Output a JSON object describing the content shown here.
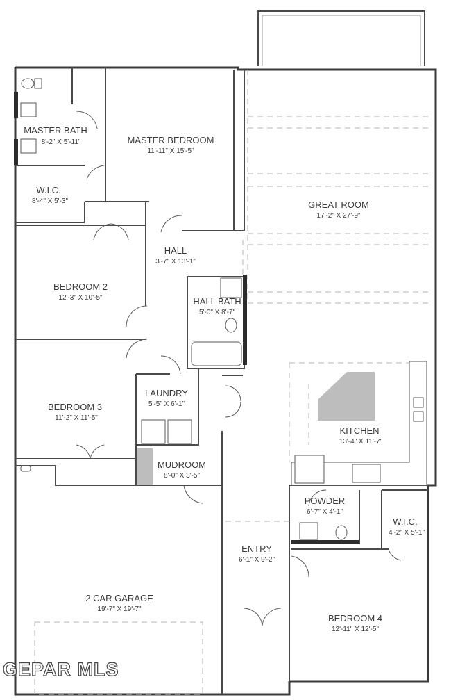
{
  "rooms": {
    "master_bath": {
      "name": "MASTER BATH",
      "dim": "8'-2\" X 5'-11\""
    },
    "master_bedroom": {
      "name": "MASTER BEDROOM",
      "dim": "11'-11\" X 15'-5\""
    },
    "great_room": {
      "name": "GREAT ROOM",
      "dim": "17'-2\" X 27'-9\""
    },
    "wic_master": {
      "name": "W.I.C.",
      "dim": "8'-4\" X 5'-3\""
    },
    "hall": {
      "name": "HALL",
      "dim": "3'-7\" X 13'-1\""
    },
    "bedroom_2": {
      "name": "BEDROOM 2",
      "dim": "12'-3\" X 10'-5\""
    },
    "hall_bath": {
      "name": "HALL BATH",
      "dim": "5'-0\" X 8'-7\""
    },
    "laundry": {
      "name": "LAUNDRY",
      "dim": "5'-5\" X 6'-1\""
    },
    "bedroom_3": {
      "name": "BEDROOM 3",
      "dim": "11'-2\" X 11'-5\""
    },
    "kitchen": {
      "name": "KITCHEN",
      "dim": "13'-4\" X 11'-7\""
    },
    "mudroom": {
      "name": "MUDROOM",
      "dim": "8'-0\" X 3'-5\""
    },
    "powder": {
      "name": "POWDER",
      "dim": "6'-7\" X 4'-1\""
    },
    "wic_bed4": {
      "name": "W.I.C.",
      "dim": "4'-2\" X 5'-1\""
    },
    "entry": {
      "name": "ENTRY",
      "dim": "6'-1\" X 9'-2\""
    },
    "garage": {
      "name": "2 CAR GARAGE",
      "dim": "19'-7\" X 19'-7\""
    },
    "bedroom_4": {
      "name": "BEDROOM 4",
      "dim": "12'-11\" X 12'-5\""
    }
  },
  "watermark": "GEPAR MLS"
}
